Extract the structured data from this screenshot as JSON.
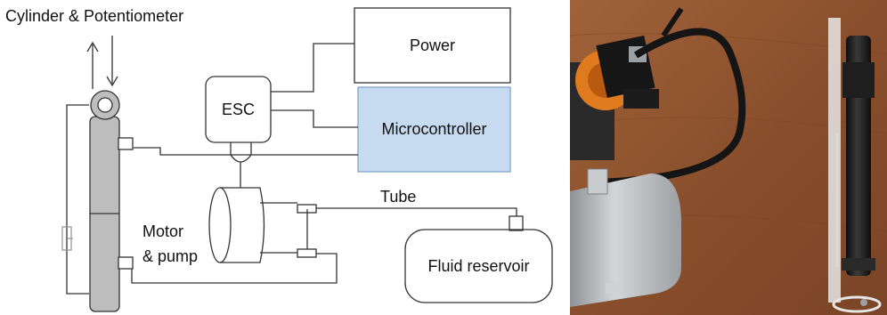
{
  "diagram": {
    "labels": {
      "cylinder": "Cylinder & Potentiometer",
      "power": "Power",
      "esc": "ESC",
      "microcontroller": "Microcontroller",
      "tube": "Tube",
      "motor_line1": "Motor",
      "motor_line2": "& pump",
      "fluid_reservoir": "Fluid reservoir"
    },
    "colors": {
      "line": "#333333",
      "microcontroller_fill": "#c6dbef",
      "microcontroller_stroke": "#7fa6c9",
      "cylinder_fill": "#bdbdbd"
    }
  },
  "photo": {
    "colors": {
      "board": "#8a4f2c",
      "board_light": "#a0623a",
      "reservoir_metal": "#b8bcbf",
      "motor_orange": "#e07a1f",
      "cylinder_black": "#1b1b1b",
      "tube_black": "#151515"
    },
    "parts": [
      "motor",
      "reservoir",
      "tube",
      "cylinder",
      "rail",
      "clip"
    ]
  }
}
